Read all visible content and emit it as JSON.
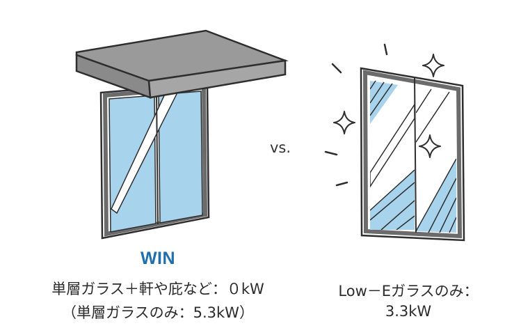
{
  "comparison": {
    "vs_label": "vs.",
    "left": {
      "title": "WIN",
      "line1": "単層ガラス＋軒や庇など：０kW",
      "line2": "（単層ガラスのみ：5.3kW）"
    },
    "right": {
      "line1": "Low－Eガラスのみ：",
      "line2": "3.3kW"
    }
  },
  "colors": {
    "glass": "#a8d3ec",
    "frame": "#6b6b6b",
    "eave": "#9a9a9a",
    "outline": "#2e2e2e",
    "win_title": "#1f6fae"
  }
}
